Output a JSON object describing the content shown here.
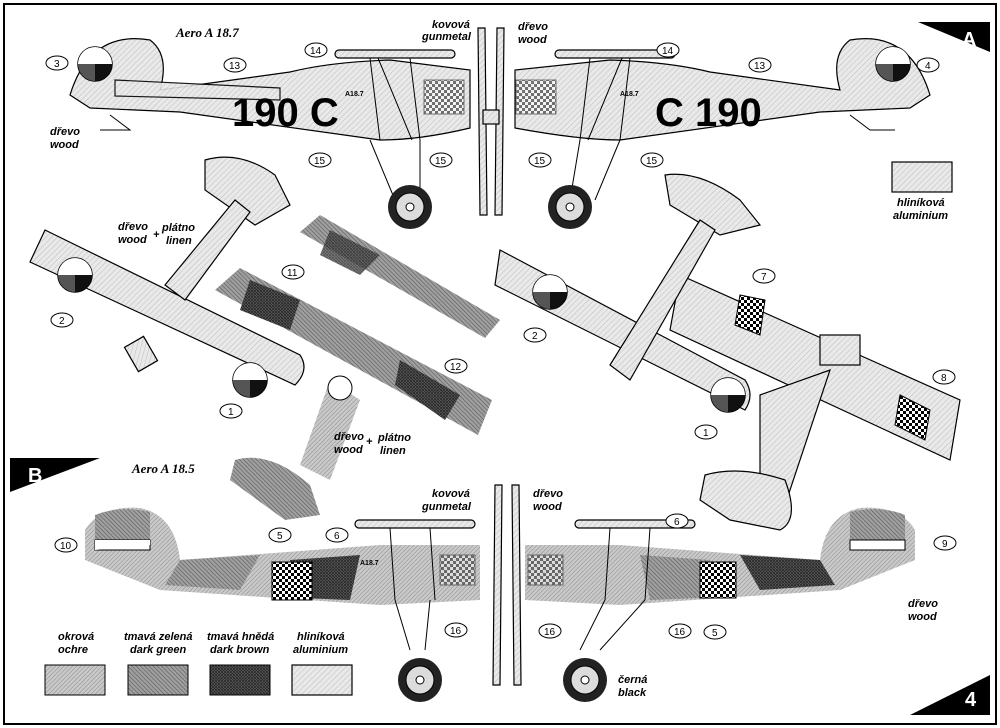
{
  "sheet": {
    "page_number": "4",
    "panel_a_letter": "A",
    "panel_b_letter": "B"
  },
  "panel_a": {
    "title": "Aero A 18.7",
    "registration_left": "190 C",
    "registration_right": "C 190",
    "type_stencil": "A18.7",
    "callout_wood_left": [
      "dřevo",
      "wood"
    ],
    "callout_gunmetal": [
      "kovová",
      "gunmetal"
    ],
    "callout_wood_prop": [
      "dřevo",
      "wood"
    ],
    "callout_wood_linen_top": [
      "dřevo",
      "wood",
      "+",
      "plátno",
      "linen"
    ],
    "callout_wood_linen_bottom": [
      "dřevo",
      "wood",
      "+",
      "plátno",
      "linen"
    ],
    "aluminium_swatch": [
      "hliníková",
      "aluminium"
    ],
    "markers": [
      "1",
      "2",
      "3",
      "4",
      "7",
      "8",
      "11",
      "12",
      "13",
      "14",
      "15"
    ]
  },
  "panel_b": {
    "title": "Aero A 18.5",
    "callout_gunmetal": [
      "kovová",
      "gunmetal"
    ],
    "callout_wood_prop": [
      "dřevo",
      "wood"
    ],
    "callout_wood_tail": [
      "dřevo",
      "wood"
    ],
    "callout_black_wheel": [
      "černá",
      "black"
    ],
    "markers": [
      "5",
      "6",
      "9",
      "10",
      "16"
    ]
  },
  "legend": [
    {
      "cz": "okrová",
      "en": "ochre",
      "color": "#b8b8b8"
    },
    {
      "cz": "tmavá zelená",
      "en": "dark green",
      "color": "#8a8a8a"
    },
    {
      "cz": "tmavá hnědá",
      "en": "dark brown",
      "color": "#555555"
    },
    {
      "cz": "hliníková",
      "en": "aluminium",
      "color": "#e6e6e6"
    }
  ],
  "icons": [
    "roundel-icon",
    "checker-emblem-icon",
    "propeller-icon",
    "wheel-icon",
    "rudder-flag-icon"
  ]
}
